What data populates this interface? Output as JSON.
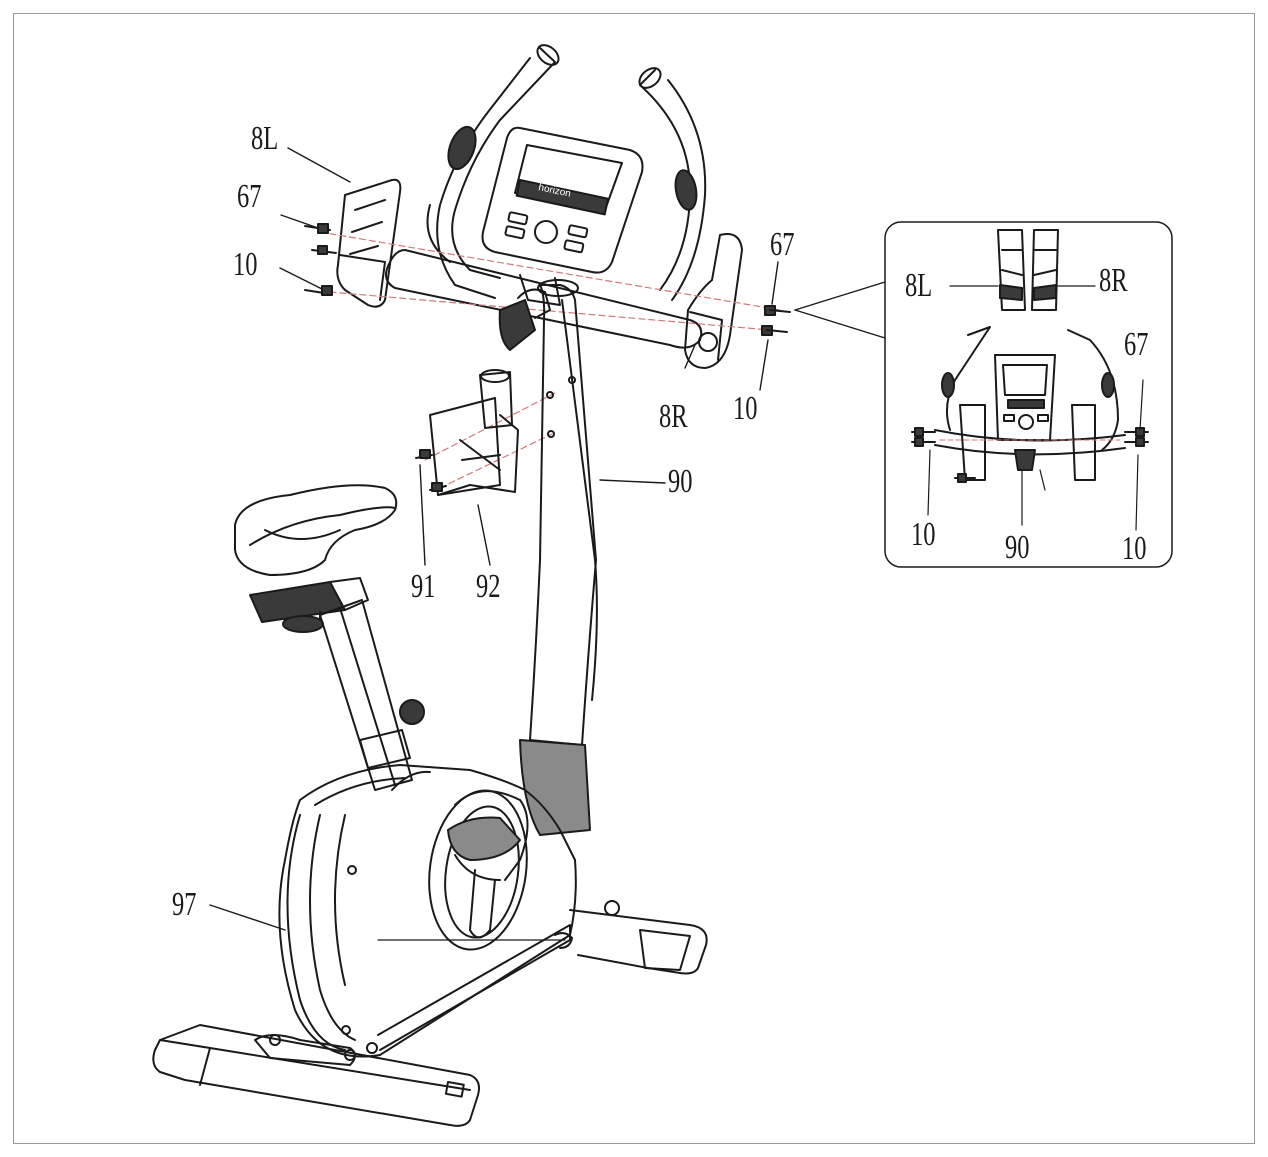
{
  "diagram": {
    "brand_text": "horizon",
    "main_labels": {
      "label_8L": "8L",
      "label_67_left": "67",
      "label_10_left": "10",
      "label_67_right": "67",
      "label_8R": "8R",
      "label_10_right": "10",
      "label_90": "90",
      "label_91": "91",
      "label_92": "92",
      "label_97": "97"
    },
    "inset_labels": {
      "label_8L": "8L",
      "label_8R": "8R",
      "label_67": "67",
      "label_10_left": "10",
      "label_90": "90",
      "label_10_right": "10"
    },
    "colors": {
      "line": "#1a1a1a",
      "guide_dash": "#d07a7a",
      "frame": "#9a9a9a",
      "fill_dark": "#3a3a3a",
      "fill_mid": "#8a8a8a"
    }
  }
}
